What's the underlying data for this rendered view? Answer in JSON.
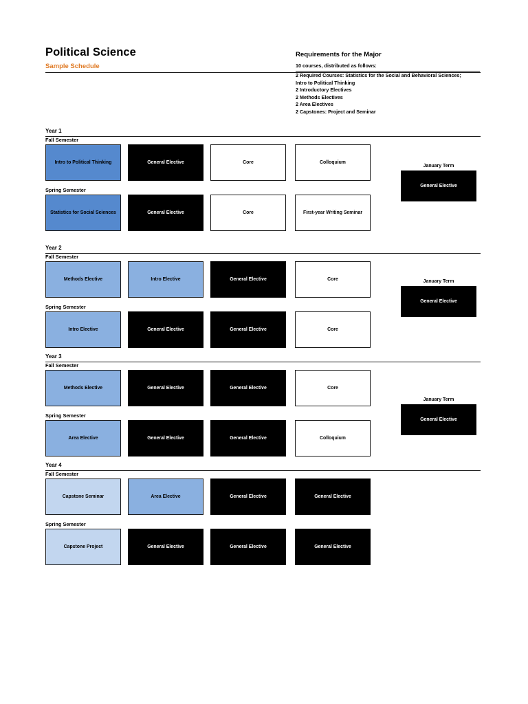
{
  "header": {
    "title": "Political Science",
    "subtitle": "Sample Schedule"
  },
  "requirements": {
    "title": "Requirements for the Major",
    "lead": "10 courses, distributed as follows:",
    "lines": [
      "2 Required Courses: Statistics for the Social and Behavioral Sciences;",
      "Intro to Political Thinking",
      "2 Introductory Electives",
      "2 Methods Electives",
      "2 Area Electives",
      "2 Capstones: Project and Seminar"
    ]
  },
  "labels": {
    "fall": "Fall Semester",
    "spring": "Spring Semester",
    "january_term": "January Term"
  },
  "colors": {
    "accent_orange": "#E07B26",
    "blue_dark": "#5589CE",
    "blue_mid": "#8AB0E0",
    "blue_light": "#C2D6EF",
    "black": "#000000",
    "white": "#FFFFFF"
  },
  "years": [
    {
      "label": "Year 1",
      "fall": [
        {
          "text": "Intro to Political Thinking",
          "style": "blue-dark"
        },
        {
          "text": "General Elective",
          "style": "black"
        },
        {
          "text": "Core",
          "style": "white"
        },
        {
          "text": "Colloquium",
          "style": "white"
        }
      ],
      "spring": [
        {
          "text": "Statistics for Social Sciences",
          "style": "blue-dark"
        },
        {
          "text": "General Elective",
          "style": "black"
        },
        {
          "text": "Core",
          "style": "white"
        },
        {
          "text": "First-year Writing Seminar",
          "style": "white"
        }
      ],
      "january_term": {
        "text": "General Elective",
        "style": "black"
      }
    },
    {
      "label": "Year 2",
      "fall": [
        {
          "text": "Methods Elective",
          "style": "blue-mid"
        },
        {
          "text": "Intro Elective",
          "style": "blue-mid"
        },
        {
          "text": "General Elective",
          "style": "black"
        },
        {
          "text": "Core",
          "style": "white"
        }
      ],
      "spring": [
        {
          "text": "Intro Elective",
          "style": "blue-mid"
        },
        {
          "text": "General Elective",
          "style": "black"
        },
        {
          "text": "General Elective",
          "style": "black"
        },
        {
          "text": "Core",
          "style": "white"
        }
      ],
      "january_term": {
        "text": "General Elective",
        "style": "black"
      }
    },
    {
      "label": "Year 3",
      "fall": [
        {
          "text": "Methods Elective",
          "style": "blue-mid"
        },
        {
          "text": "General Elective",
          "style": "black"
        },
        {
          "text": "General Elective",
          "style": "black"
        },
        {
          "text": "Core",
          "style": "white"
        }
      ],
      "spring": [
        {
          "text": "Area Elective",
          "style": "blue-mid"
        },
        {
          "text": "General Elective",
          "style": "black"
        },
        {
          "text": "General Elective",
          "style": "black"
        },
        {
          "text": "Colloquium",
          "style": "white"
        }
      ],
      "january_term": {
        "text": "General Elective",
        "style": "black"
      }
    },
    {
      "label": "Year 4",
      "fall": [
        {
          "text": "Capstone Seminar",
          "style": "blue-light"
        },
        {
          "text": "Area Elective",
          "style": "blue-mid"
        },
        {
          "text": "General Elective",
          "style": "black"
        },
        {
          "text": "General Elective",
          "style": "black"
        }
      ],
      "spring": [
        {
          "text": "Capstone Project",
          "style": "blue-light"
        },
        {
          "text": "General Elective",
          "style": "black"
        },
        {
          "text": "General Elective",
          "style": "black"
        },
        {
          "text": "General Elective",
          "style": "black"
        }
      ],
      "january_term": null
    }
  ]
}
